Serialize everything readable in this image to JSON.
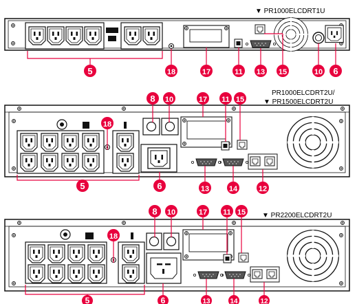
{
  "models": {
    "top": "▼ PR1000ELCDRT1U",
    "middle_line1": "PR1000ELCDRT2U/",
    "middle_line2": "▼ PR1500ELCDRT2U",
    "bottom": "▼ PR2200ELCDRT2U"
  },
  "callouts": {
    "outlets": "5",
    "power_inlet": "6",
    "epo_port": "8",
    "circuit_breaker": "10",
    "usb_port": "11",
    "surge_ports": "12",
    "serial_port": "13",
    "serial_port_2": "14",
    "network_port": "15",
    "expansion_slot": "17",
    "ground_screw": "18"
  },
  "colors": {
    "badge": "#e8003d",
    "leader": "#e8003d",
    "chassis_stroke": "#111111",
    "panel_fill": "#2b2b2b"
  }
}
